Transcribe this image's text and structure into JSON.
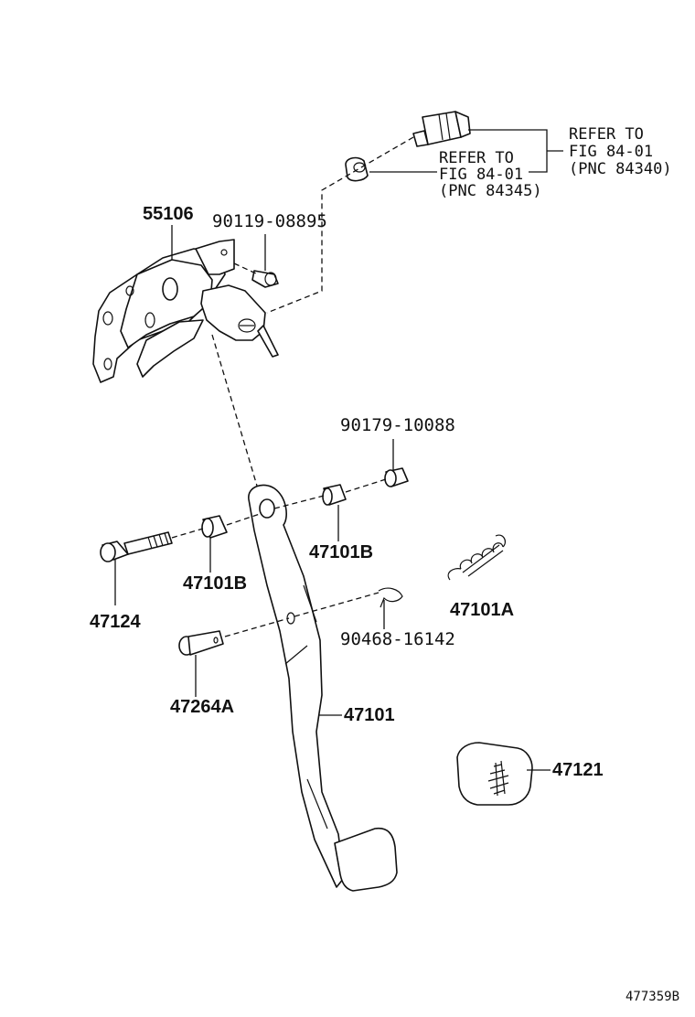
{
  "labels": {
    "p55106": "55106",
    "p90119": "90119-08895",
    "p90179": "90179-10088",
    "p47101B_right": "47101B",
    "p47101B_left": "47101B",
    "p47124": "47124",
    "p47101A": "47101A",
    "p90468": "90468-16142",
    "p47264A": "47264A",
    "p47101": "47101",
    "p47121": "47121"
  },
  "refs": {
    "switch": {
      "line1": "REFER TO",
      "line2": "FIG 84-01",
      "line3": "(PNC 84340)"
    },
    "cushion": {
      "line1": "REFER TO",
      "line2": "FIG 84-01",
      "line3": "(PNC 84345)"
    }
  },
  "figure_id": "477359B"
}
